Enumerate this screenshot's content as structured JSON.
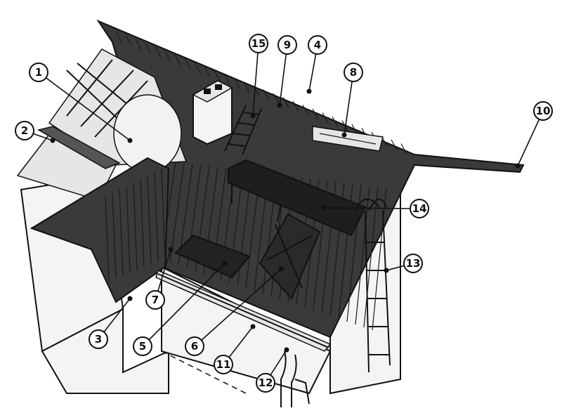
{
  "figure": {
    "callouts": [
      {
        "id": "c1",
        "label": "1"
      },
      {
        "id": "c2",
        "label": "2"
      },
      {
        "id": "c3",
        "label": "3"
      },
      {
        "id": "c4",
        "label": "4"
      },
      {
        "id": "c5",
        "label": "5"
      },
      {
        "id": "c6",
        "label": "6"
      },
      {
        "id": "c7",
        "label": "7"
      },
      {
        "id": "c8",
        "label": "8"
      },
      {
        "id": "c9",
        "label": "9"
      },
      {
        "id": "c10",
        "label": "10"
      },
      {
        "id": "c11",
        "label": "11"
      },
      {
        "id": "c12",
        "label": "12"
      },
      {
        "id": "c13",
        "label": "13"
      },
      {
        "id": "c14",
        "label": "14"
      },
      {
        "id": "c15",
        "label": "15"
      }
    ],
    "colors": {
      "roof": "#3a3a3a",
      "wall": "#f4f4f4",
      "ink": "#111111"
    }
  }
}
